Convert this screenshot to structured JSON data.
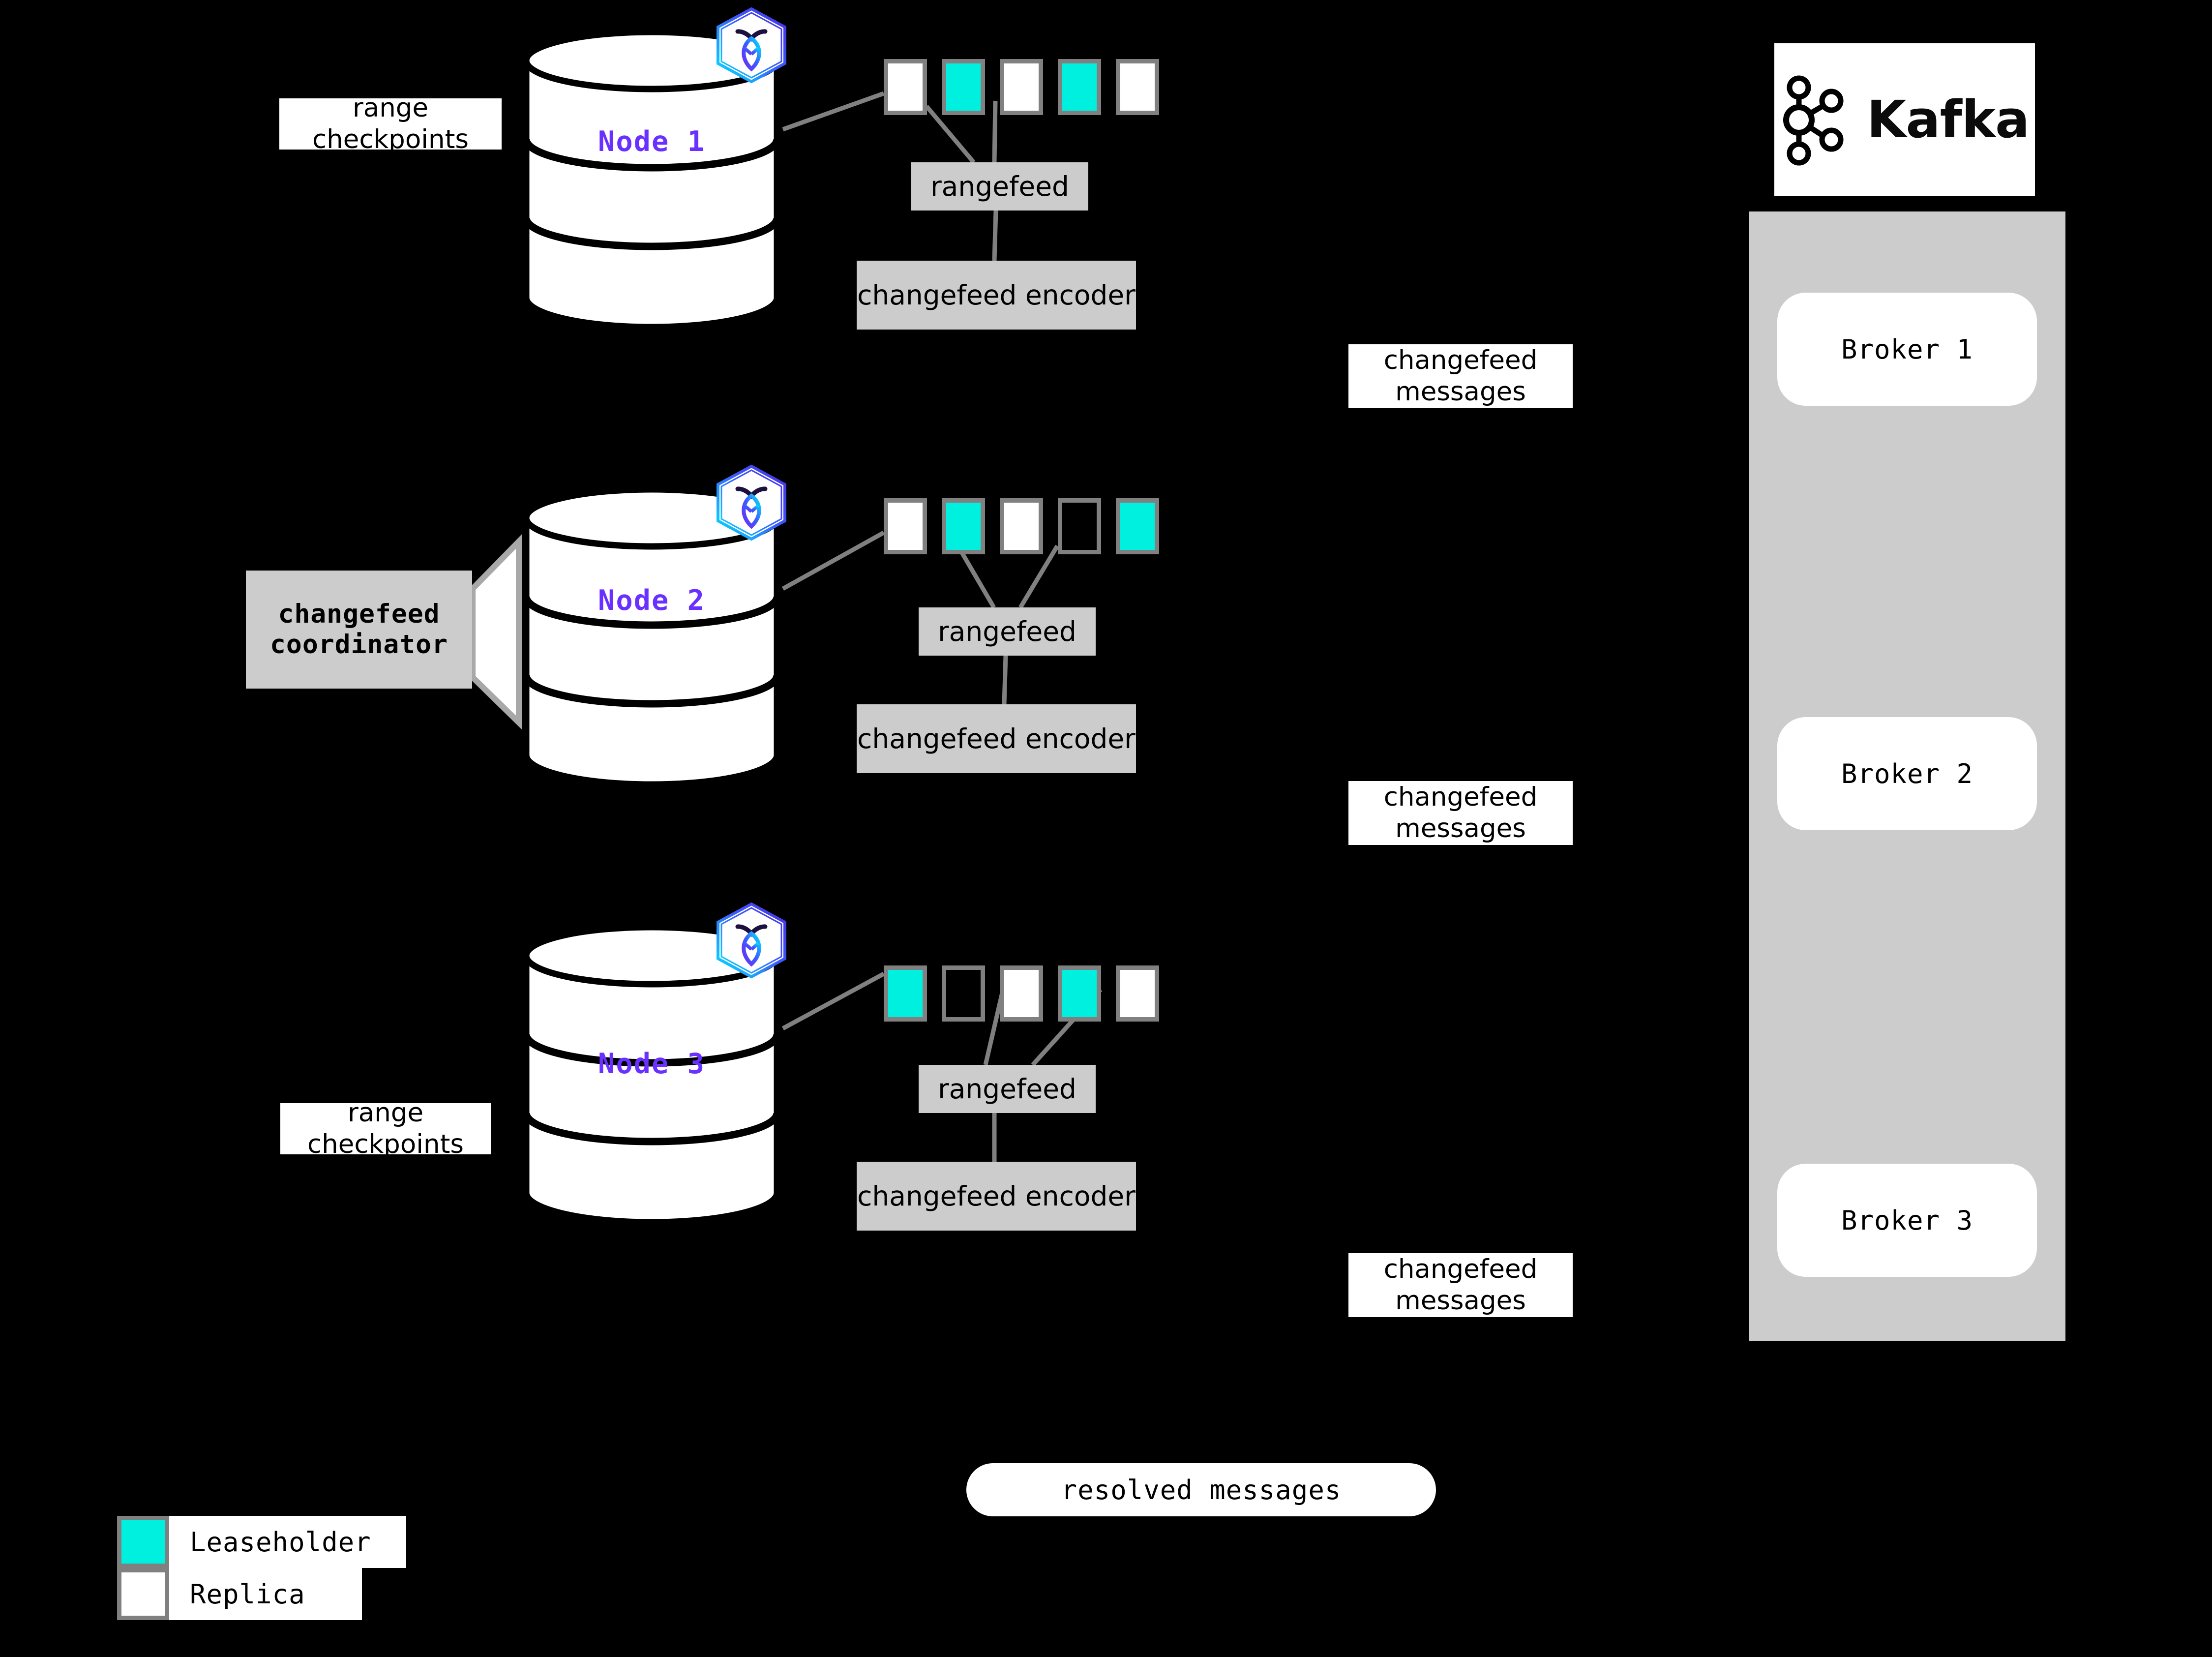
{
  "colors": {
    "background": "#000000",
    "leaseholder": "#00f0e0",
    "replica": "#ffffff",
    "range_border": "#808080",
    "process_box": "#cccccc",
    "node_label": "#6930ff",
    "connector": "#808080",
    "kafka_panel": "#cccccc"
  },
  "nodes": [
    {
      "label": "Node 1",
      "logo": "cockroachdb-hexagon-icon",
      "ranges": [
        "replica",
        "leaseholder",
        "replica",
        "leaseholder",
        "replica"
      ],
      "rangefeed": "rangefeed",
      "encoder": "changefeed\nencoder",
      "checkpoints": "range\ncheckpoints",
      "coordinator": null
    },
    {
      "label": "Node 2",
      "logo": "cockroachdb-hexagon-icon",
      "ranges": [
        "replica",
        "leaseholder",
        "replica",
        "empty",
        "leaseholder"
      ],
      "rangefeed": "rangefeed",
      "encoder": "changefeed\nencoder",
      "checkpoints": null,
      "coordinator": "changefeed\ncoordinator"
    },
    {
      "label": "Node 3",
      "logo": "cockroachdb-hexagon-icon",
      "ranges": [
        "leaseholder",
        "empty",
        "replica",
        "leaseholder",
        "replica"
      ],
      "rangefeed": "rangefeed",
      "encoder": "changefeed\nencoder",
      "checkpoints": "range\ncheckpoints",
      "coordinator": null
    }
  ],
  "messages": [
    {
      "label": "changefeed\nmessages"
    },
    {
      "label": "changefeed\nmessages"
    },
    {
      "label": "changefeed\nmessages"
    }
  ],
  "resolved": {
    "label": "resolved messages"
  },
  "kafka": {
    "logo_icon": "kafka-node-graph-icon",
    "wordmark": "Kafka",
    "brokers": [
      {
        "label": "Broker 1"
      },
      {
        "label": "Broker 2"
      },
      {
        "label": "Broker 3"
      }
    ]
  },
  "legend": {
    "items": [
      {
        "swatch": "leaseholder",
        "label": "Leaseholder"
      },
      {
        "swatch": "replica",
        "label": "Replica"
      }
    ]
  }
}
